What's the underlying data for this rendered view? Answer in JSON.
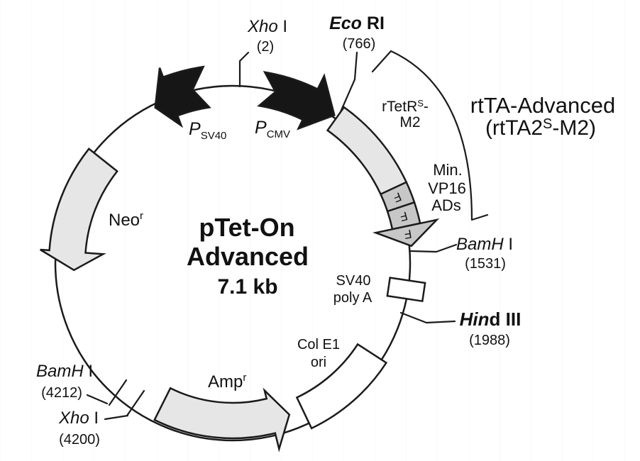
{
  "title": {
    "line1": "pTet-On",
    "line2": "Advanced",
    "size": "7.1 kb"
  },
  "sites": {
    "xho_top": {
      "italic": "Xho",
      "roman": " I",
      "position": "(2)"
    },
    "ecori": {
      "italic": "Eco",
      "roman": " RI",
      "position": "(766)"
    },
    "bamhi_right": {
      "italic": "BamH",
      "roman": " I",
      "position": "(1531)"
    },
    "hindiii": {
      "italic": "Hin",
      "roman": "d III",
      "position": "(1988)"
    },
    "bamhi_left": {
      "italic": "BamH",
      "roman": " I",
      "position": "(4212)"
    },
    "xho_bottom": {
      "italic": "Xho",
      "roman": " I",
      "position": "(4200)"
    }
  },
  "features": {
    "p_sv40": {
      "symbol": "P",
      "subscript": "SV40"
    },
    "p_cmv": {
      "symbol": "P",
      "subscript": "CMV"
    },
    "neo": {
      "name": "Neo",
      "superscript": "r"
    },
    "amp": {
      "name": "Amp",
      "superscript": "r"
    },
    "rtetr": {
      "line1": "rTetR",
      "line1_sup": "S",
      "line1_tail": "-",
      "line2": "M2"
    },
    "min_vp16": {
      "line1": "Min.",
      "line2": "VP16",
      "line3": "ADs"
    },
    "sv40_polya": {
      "line1": "SV40",
      "line2": "poly A"
    },
    "cole1": {
      "line1": "Col E1",
      "line2": "ori"
    },
    "f_repeats": [
      "F",
      "F",
      "F"
    ]
  },
  "annotation": {
    "line1": "rtTA-Advanced",
    "line2_pre": "(rtTA2",
    "line2_sup": "S",
    "line2_post": "-M2)"
  },
  "colors": {
    "gene_fill": "#e6e6e6",
    "vp16_fill": "#c7c7c7",
    "promoter_fill": "#161616",
    "outline": "#1b1b1b",
    "text": "#111111",
    "background": "#ffffff"
  }
}
